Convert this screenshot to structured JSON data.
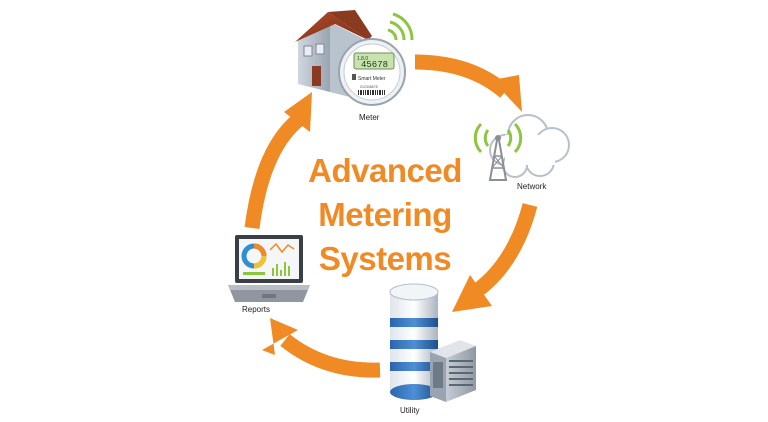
{
  "title": {
    "line1": "Advanced",
    "line2": "Metering",
    "line3": "Systems"
  },
  "nodes": {
    "meter": {
      "label": "Meter",
      "icon": "smart-meter-house-icon"
    },
    "network": {
      "label": "Network",
      "icon": "cell-tower-cloud-icon"
    },
    "utility": {
      "label": "Utility",
      "icon": "database-server-icon"
    },
    "reports": {
      "label": "Reports",
      "icon": "laptop-dashboard-icon"
    }
  },
  "meter_display": {
    "reading": "45678",
    "prefix": "1.8.0",
    "brand": "Smart Meter",
    "serial": "012345678"
  },
  "colors": {
    "accent_orange": "#f08a24",
    "wifi_green": "#8cc63f",
    "server_blue": "#2f6fb5",
    "cloud_gray": "#b7c1cc"
  }
}
